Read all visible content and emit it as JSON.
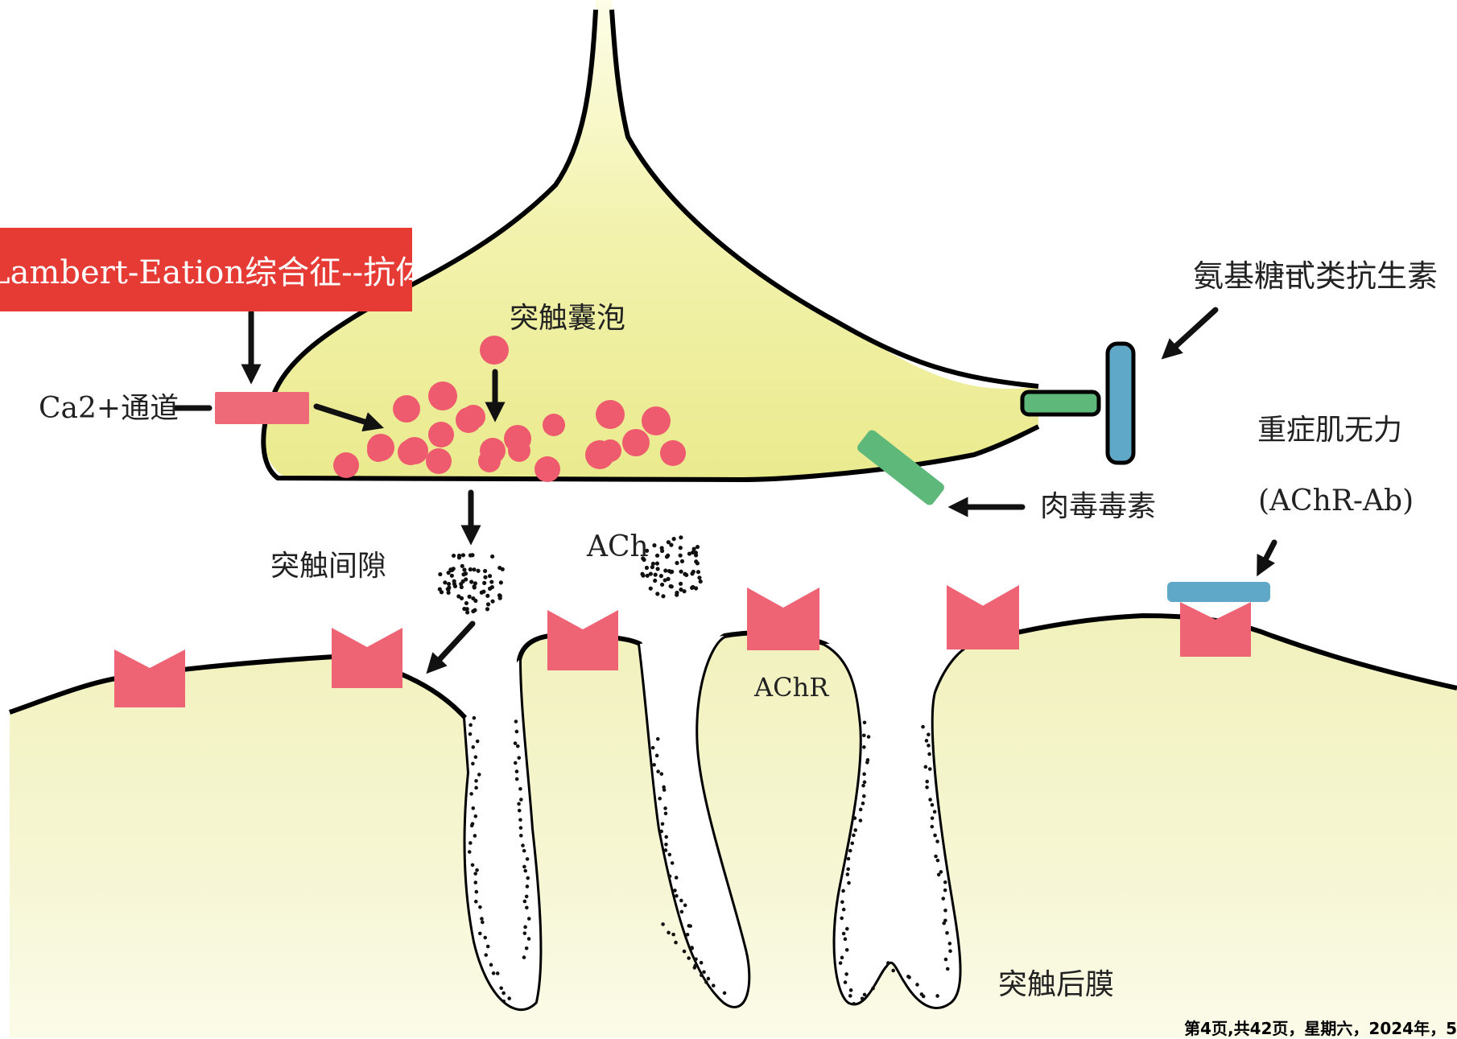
{
  "labels": {
    "lambert_eaton": "Lambert-Eation综合征--抗体",
    "ca_channel": "Ca2+通道",
    "synaptic_vesicle": "突触囊泡",
    "aminoglycoside": "氨基糖甙类抗生素",
    "myasthenia_gravis": "重症肌无力",
    "achr_ab": "(AChR-Ab)",
    "botulinum_toxin": "肉毒毒素",
    "synaptic_cleft": "突触间隙",
    "ach": "ACh",
    "achr": "AChR",
    "postsynaptic_membrane": "突触后膜"
  },
  "footer": "第4页,共42页，星期六，2024年，5",
  "colors": {
    "terminal": "#eeee99",
    "muscle": "#f3f3c2",
    "vesicle": "#ee5a6e",
    "receptor": "#ee6475",
    "channel": "#ee6a78",
    "banner": "#e63a35",
    "antibiotic": "#5fa8c8",
    "toxin": "#5db87a",
    "outline": "#000000"
  }
}
